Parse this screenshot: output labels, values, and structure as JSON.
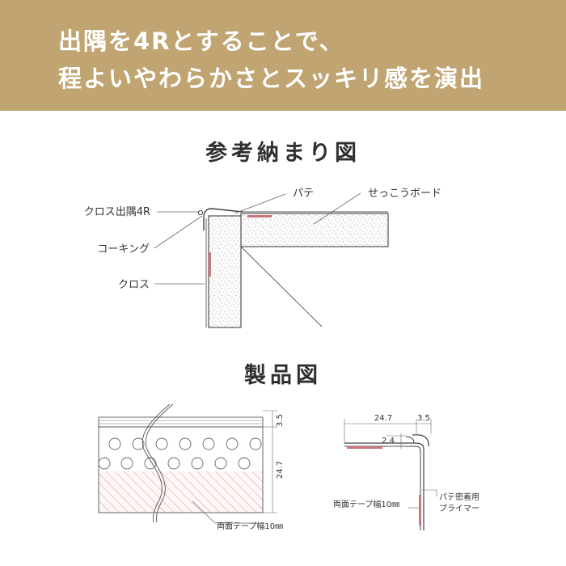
{
  "banner": {
    "line1": "出隅を4Rとすることで、",
    "line2": "程よいやわらかさとスッキリ感を演出",
    "background_color": "#c0a573"
  },
  "section1": {
    "title": "参考納まり図",
    "labels": {
      "cross_corner": "クロス出隅4R",
      "caulking": "コーキング",
      "cross": "クロス",
      "putty": "パテ",
      "gypsum_board": "せっこうボード"
    }
  },
  "section2": {
    "title": "製品図",
    "left_dims": {
      "top": "3.5",
      "side": "24.7"
    },
    "left_label": "両面テープ幅10㎜",
    "right_dims": {
      "width": "24.7",
      "lip": "3.5",
      "thickness": "2.4"
    },
    "right_labels": {
      "tape": "両面テープ幅10㎜",
      "primer_line1": "パテ密着用",
      "primer_line2": "プライマー"
    }
  }
}
